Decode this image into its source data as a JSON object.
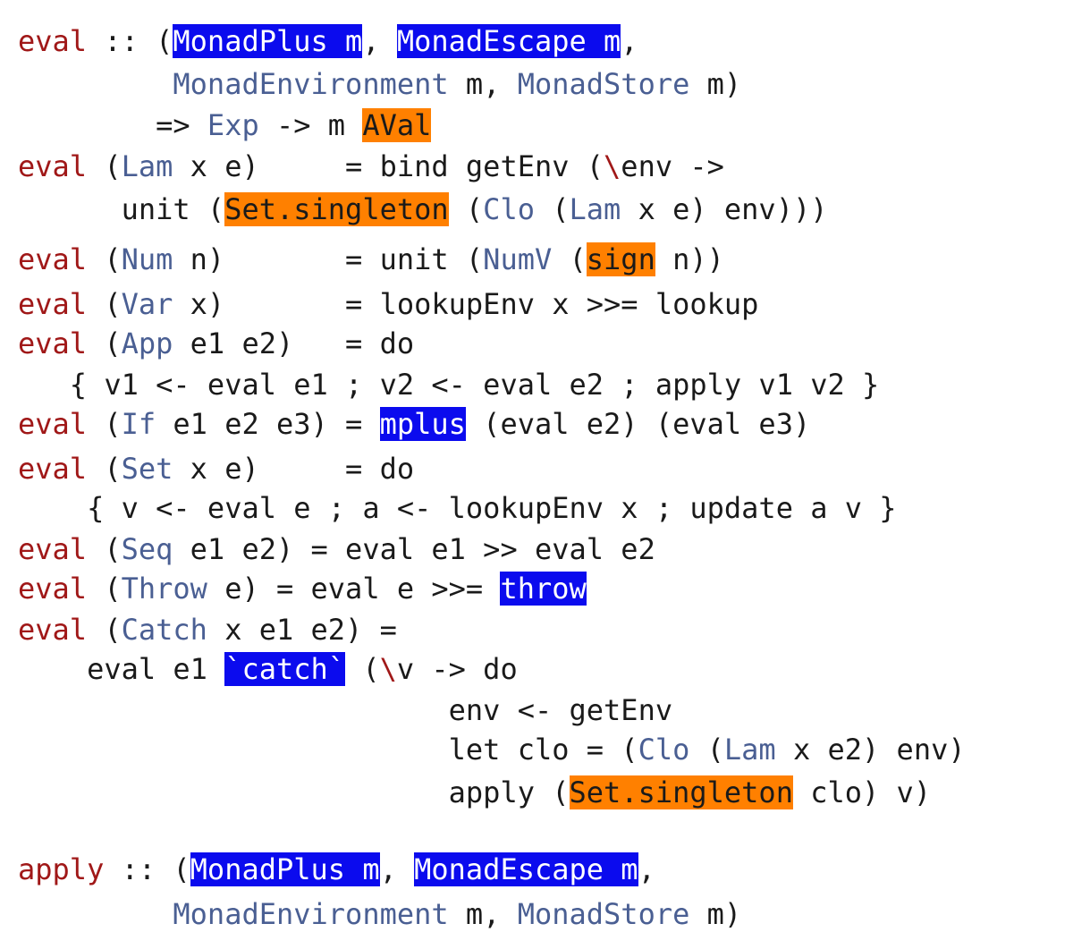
{
  "lines": [
    [
      {
        "t": "eval",
        "c": "kw"
      },
      {
        "t": " :: ("
      },
      {
        "t": "MonadPlus m",
        "c": "hb"
      },
      {
        "t": ", "
      },
      {
        "t": "MonadEscape m",
        "c": "hb"
      },
      {
        "t": ","
      }
    ],
    [
      {
        "t": "         "
      },
      {
        "t": "MonadEnvironment",
        "c": "ty"
      },
      {
        "t": " m, "
      },
      {
        "t": "MonadStore",
        "c": "ty"
      },
      {
        "t": " m)"
      }
    ],
    [
      {
        "t": "        => "
      },
      {
        "t": "Exp",
        "c": "ty"
      },
      {
        "t": " -> m "
      },
      {
        "t": "AVal",
        "c": "ho"
      }
    ],
    [
      {
        "t": "eval",
        "c": "kw"
      },
      {
        "t": " ("
      },
      {
        "t": "Lam",
        "c": "ty"
      },
      {
        "t": " x e)     = bind getEnv ("
      },
      {
        "t": "\\",
        "c": "kw"
      },
      {
        "t": "env ->"
      }
    ],
    [
      {
        "t": "      unit ("
      },
      {
        "t": "Set.singleton",
        "c": "ho"
      },
      {
        "t": " ("
      },
      {
        "t": "Clo",
        "c": "ty"
      },
      {
        "t": " ("
      },
      {
        "t": "Lam",
        "c": "ty"
      },
      {
        "t": " x e) env)))"
      }
    ],
    [
      {
        "t": "eval",
        "c": "kw"
      },
      {
        "t": " ("
      },
      {
        "t": "Num",
        "c": "ty"
      },
      {
        "t": " n)       = unit ("
      },
      {
        "t": "NumV",
        "c": "ty"
      },
      {
        "t": " ("
      },
      {
        "t": "sign",
        "c": "ho"
      },
      {
        "t": " n))"
      }
    ],
    [
      {
        "t": "eval",
        "c": "kw"
      },
      {
        "t": " ("
      },
      {
        "t": "Var",
        "c": "ty"
      },
      {
        "t": " x)       = lookupEnv x >>= lookup"
      }
    ],
    [
      {
        "t": "eval",
        "c": "kw"
      },
      {
        "t": " ("
      },
      {
        "t": "App",
        "c": "ty"
      },
      {
        "t": " e1 e2)   = do"
      }
    ],
    [
      {
        "t": "   { v1 <- eval e1 ; v2 <- eval e2 ; apply v1 v2 }"
      }
    ],
    [
      {
        "t": "eval",
        "c": "kw"
      },
      {
        "t": " ("
      },
      {
        "t": "If",
        "c": "ty"
      },
      {
        "t": " e1 e2 e3) = "
      },
      {
        "t": "mplus",
        "c": "hb"
      },
      {
        "t": " (eval e2) (eval e3)"
      }
    ],
    [
      {
        "t": "eval",
        "c": "kw"
      },
      {
        "t": " ("
      },
      {
        "t": "Set",
        "c": "ty"
      },
      {
        "t": " x e)     = do"
      }
    ],
    [
      {
        "t": "    { v <- eval e ; a <- lookupEnv x ; update a v }"
      }
    ],
    [
      {
        "t": "eval",
        "c": "kw"
      },
      {
        "t": " ("
      },
      {
        "t": "Seq",
        "c": "ty"
      },
      {
        "t": " e1 e2) = eval e1 >> eval e2"
      }
    ],
    [
      {
        "t": "eval",
        "c": "kw"
      },
      {
        "t": " ("
      },
      {
        "t": "Throw",
        "c": "ty"
      },
      {
        "t": " e) = eval e >>= "
      },
      {
        "t": "throw",
        "c": "hb"
      }
    ],
    [
      {
        "t": "eval",
        "c": "kw"
      },
      {
        "t": " ("
      },
      {
        "t": "Catch",
        "c": "ty"
      },
      {
        "t": " x e1 e2) ="
      }
    ],
    [
      {
        "t": "    eval e1 "
      },
      {
        "t": "`catch`",
        "c": "hb"
      },
      {
        "t": " ("
      },
      {
        "t": "\\",
        "c": "kw"
      },
      {
        "t": "v -> do"
      }
    ],
    [
      {
        "t": "                         env <- getEnv"
      }
    ],
    [
      {
        "t": "                         let clo = ("
      },
      {
        "t": "Clo",
        "c": "ty"
      },
      {
        "t": " ("
      },
      {
        "t": "Lam",
        "c": "ty"
      },
      {
        "t": " x e2) env)"
      }
    ],
    [
      {
        "t": "                         apply ("
      },
      {
        "t": "Set.singleton",
        "c": "ho"
      },
      {
        "t": " clo) v)"
      }
    ],
    [
      {
        "t": "apply",
        "c": "kw"
      },
      {
        "t": " :: ("
      },
      {
        "t": "MonadPlus m",
        "c": "hb"
      },
      {
        "t": ", "
      },
      {
        "t": "MonadEscape m",
        "c": "hb"
      },
      {
        "t": ","
      }
    ],
    [
      {
        "t": "         "
      },
      {
        "t": "MonadEnvironment",
        "c": "ty"
      },
      {
        "t": " m, "
      },
      {
        "t": "MonadStore",
        "c": "ty"
      },
      {
        "t": " m)"
      }
    ]
  ]
}
